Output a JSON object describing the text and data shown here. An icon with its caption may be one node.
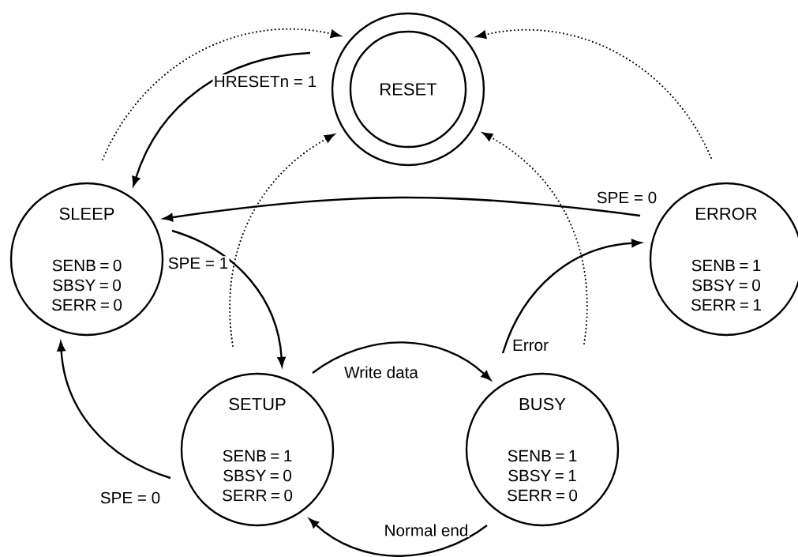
{
  "diagram": {
    "nodes": [
      {
        "text": [
          "RESET"
        ]
      },
      {
        "text": [
          "SLEEP",
          "SENB = 0 SBSY = 0 SERR = 0"
        ]
      },
      {
        "text": [
          "ERROR",
          "SENB = 1 SBSY = 0 SERR = 1"
        ]
      },
      {
        "text": [
          "SETUP",
          "SENB = 1 SBSY = 0 SERR = 0"
        ]
      },
      {
        "text": [
          "BUSY",
          "SENB = 1 SBSY = 1 SERR = 0"
        ]
      }
    ],
    "edges": [
      {
        "from": 0,
        "to": 1,
        "arrow": "to",
        "label": "HRESETn = 1"
      },
      {
        "from": 2,
        "to": 1,
        "arrow": "to",
        "label": "SPE = 0"
      },
      {
        "from": 1,
        "to": 3,
        "arrow": "to",
        "label": "SPE = 1"
      },
      {
        "from": 3,
        "to": 1,
        "arrow": "to",
        "label": "SPE = 0"
      },
      {
        "from": 3,
        "to": 4,
        "arrow": "to",
        "label": "Write data"
      },
      {
        "from": 4,
        "to": 2,
        "arrow": "to",
        "label": "Error"
      },
      {
        "from": 4,
        "to": 3,
        "arrow": "to",
        "label": "Normal end"
      },
      {
        "from": 1,
        "to": 0,
        "arrow": "to",
        "style": "dashed"
      },
      {
        "from": 3,
        "to": 0,
        "arrow": "to",
        "style": "dashed"
      },
      {
        "from": 4,
        "to": 0,
        "arrow": "to",
        "style": "dashed"
      },
      {
        "from": 2,
        "to": 0,
        "arrow": "to",
        "style": "dashed"
      }
    ]
  }
}
